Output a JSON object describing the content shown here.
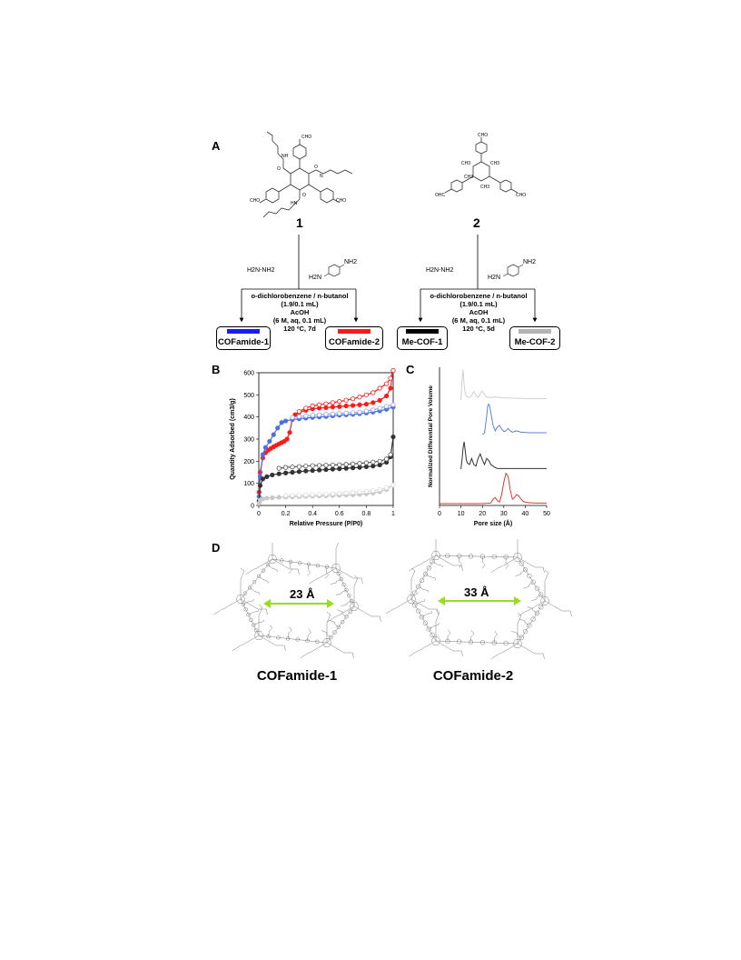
{
  "panels": {
    "a": "A",
    "b": "B",
    "c": "C",
    "d": "D"
  },
  "panel_a": {
    "compound1": {
      "number": "1",
      "substituents": [
        "CHO",
        "CHO",
        "CHO",
        "O",
        "O",
        "O",
        "NH",
        "HN",
        "N"
      ]
    },
    "compound2": {
      "number": "2",
      "substituents": [
        "CHO",
        "OHC",
        "CHO",
        "CH3",
        "CH3",
        "CH3",
        "CH3"
      ]
    },
    "reagents": {
      "hydrazine": "H2N-NH2",
      "diamine_nh2_top": "NH2",
      "diamine_nh2_left": "H2N"
    },
    "conditions_left": [
      "o-dichlorobenzene / n-butanol",
      "(1.9/0.1 mL)",
      "AcOH",
      "(6 M, aq, 0.1 mL)",
      "120 ºC, 7d"
    ],
    "conditions_right": [
      "o-dichlorobenzene / n-butanol",
      "(1.9/0.1 mL)",
      "AcOH",
      "(6 M, aq, 0.1 mL)",
      "120 ºC, 5d"
    ],
    "products": [
      {
        "label": "COFamide-1",
        "color": "#1a1aff"
      },
      {
        "label": "COFamide-2",
        "color": "#ff1a1a"
      },
      {
        "label": "Me-COF-1",
        "color": "#000000"
      },
      {
        "label": "Me-COF-2",
        "color": "#b3b3b3"
      }
    ]
  },
  "chart_data": [
    {
      "type": "scatter",
      "panel": "B",
      "xlabel": "Relative Pressure (P/P0)",
      "ylabel": "Quantity Adsorbed (cm3/g)",
      "xlim": [
        0,
        1
      ],
      "ylim": [
        0,
        600
      ],
      "xticks": [
        "0",
        "0.2",
        "0.4",
        "0.6",
        "0.8",
        "1"
      ],
      "yticks": [
        "0",
        "100",
        "200",
        "300",
        "400",
        "500",
        "600"
      ],
      "series": [
        {
          "color": "#ff1a1a",
          "kind": "adsorption",
          "x": [
            0.002,
            0.01,
            0.03,
            0.05,
            0.07,
            0.09,
            0.11,
            0.13,
            0.15,
            0.17,
            0.19,
            0.21,
            0.23,
            0.25,
            0.27,
            0.3,
            0.35,
            0.4,
            0.45,
            0.5,
            0.55,
            0.6,
            0.65,
            0.7,
            0.75,
            0.8,
            0.85,
            0.9,
            0.95,
            0.98,
            1.0
          ],
          "y": [
            60,
            150,
            215,
            238,
            250,
            258,
            265,
            272,
            278,
            284,
            290,
            300,
            330,
            395,
            410,
            420,
            430,
            437,
            440,
            442,
            445,
            447,
            450,
            452,
            455,
            458,
            465,
            475,
            495,
            530,
            610
          ]
        },
        {
          "color": "#ff1a1a",
          "kind": "desorption",
          "x": [
            1.0,
            0.98,
            0.95,
            0.9,
            0.85,
            0.8,
            0.75,
            0.7,
            0.65,
            0.6,
            0.55,
            0.5,
            0.45,
            0.4,
            0.35,
            0.3
          ],
          "y": [
            610,
            575,
            550,
            530,
            510,
            500,
            490,
            482,
            476,
            470,
            465,
            460,
            455,
            450,
            440,
            425
          ]
        },
        {
          "color": "#4d6fe0",
          "kind": "adsorption",
          "x": [
            0.002,
            0.01,
            0.03,
            0.05,
            0.08,
            0.11,
            0.14,
            0.17,
            0.2,
            0.25,
            0.3,
            0.35,
            0.4,
            0.45,
            0.5,
            0.55,
            0.6,
            0.65,
            0.7,
            0.75,
            0.8,
            0.85,
            0.9,
            0.95,
            1.0
          ],
          "y": [
            40,
            130,
            230,
            262,
            290,
            320,
            350,
            375,
            382,
            388,
            392,
            395,
            398,
            400,
            402,
            405,
            408,
            410,
            412,
            415,
            418,
            422,
            428,
            435,
            445
          ]
        },
        {
          "color": "#8fa6ef",
          "kind": "desorption",
          "x": [
            1.0,
            0.95,
            0.9,
            0.85,
            0.8,
            0.75,
            0.7,
            0.65,
            0.6,
            0.55,
            0.5,
            0.45,
            0.4,
            0.35,
            0.3,
            0.25
          ],
          "y": [
            455,
            448,
            440,
            432,
            427,
            422,
            420,
            418,
            416,
            414,
            412,
            410,
            408,
            405,
            402,
            398
          ]
        },
        {
          "color": "#333333",
          "kind": "adsorption",
          "x": [
            0.002,
            0.01,
            0.03,
            0.06,
            0.1,
            0.15,
            0.2,
            0.25,
            0.3,
            0.35,
            0.4,
            0.45,
            0.5,
            0.55,
            0.6,
            0.65,
            0.7,
            0.75,
            0.8,
            0.85,
            0.9,
            0.95,
            0.98,
            1.0
          ],
          "y": [
            20,
            90,
            120,
            130,
            138,
            143,
            147,
            150,
            153,
            156,
            158,
            160,
            162,
            164,
            166,
            168,
            170,
            172,
            175,
            178,
            183,
            195,
            220,
            310
          ]
        },
        {
          "color": "#555555",
          "kind": "desorption",
          "x": [
            0.98,
            0.95,
            0.9,
            0.85,
            0.8,
            0.75,
            0.7,
            0.65,
            0.6,
            0.55,
            0.5,
            0.45,
            0.4,
            0.35,
            0.3,
            0.25,
            0.2,
            0.15
          ],
          "y": [
            230,
            210,
            200,
            196,
            193,
            190,
            188,
            186,
            184,
            183,
            182,
            181,
            180,
            178,
            176,
            174,
            172,
            168
          ]
        },
        {
          "color": "#c8c8c8",
          "kind": "adsorption",
          "x": [
            0.002,
            0.01,
            0.03,
            0.06,
            0.1,
            0.15,
            0.2,
            0.25,
            0.3,
            0.35,
            0.4,
            0.45,
            0.5,
            0.55,
            0.6,
            0.65,
            0.7,
            0.75,
            0.8,
            0.85,
            0.9,
            0.95,
            1.0
          ],
          "y": [
            10,
            25,
            30,
            33,
            35,
            37,
            38,
            39,
            40,
            41,
            42,
            43,
            44,
            45,
            46,
            47,
            48,
            50,
            53,
            56,
            62,
            72,
            92
          ]
        },
        {
          "color": "#dcdcdc",
          "kind": "desorption",
          "x": [
            1.0,
            0.95,
            0.9,
            0.85,
            0.8,
            0.75,
            0.7,
            0.65,
            0.6,
            0.55,
            0.5,
            0.45,
            0.4,
            0.35,
            0.3,
            0.25,
            0.2
          ],
          "y": [
            92,
            80,
            72,
            67,
            64,
            61,
            59,
            57,
            55,
            53,
            51,
            50,
            49,
            48,
            47,
            46,
            45
          ]
        }
      ]
    },
    {
      "type": "line",
      "panel": "C",
      "xlabel": "Pore size (Å)",
      "ylabel": "Normalized Differential Pore Volume",
      "xlim": [
        0,
        50
      ],
      "xticks": [
        "0",
        "10",
        "20",
        "30",
        "40",
        "50"
      ],
      "series": [
        {
          "color": "#cfcfcf",
          "offset": 3,
          "x": [
            10,
            10.5,
            11,
            11.5,
            12,
            13,
            14,
            15,
            16,
            17,
            18,
            19,
            20,
            21,
            22,
            24,
            26,
            30,
            35,
            40,
            45,
            50
          ],
          "y": [
            0,
            0.6,
            1.0,
            0.5,
            0.2,
            0.1,
            0.08,
            0.15,
            0.28,
            0.15,
            0.08,
            0.2,
            0.3,
            0.18,
            0.1,
            0.08,
            0.1,
            0.07,
            0.06,
            0.05,
            0.05,
            0.05
          ]
        },
        {
          "color": "#5a86d6",
          "offset": 2,
          "x": [
            20,
            21,
            22,
            22.5,
            23,
            23.5,
            24,
            25,
            26,
            27,
            28,
            29,
            30,
            31,
            32,
            33,
            34,
            35,
            36,
            38,
            40,
            42,
            45,
            50
          ],
          "y": [
            0,
            0.05,
            0.6,
            0.95,
            1.0,
            0.9,
            0.7,
            0.3,
            0.12,
            0.25,
            0.3,
            0.18,
            0.1,
            0.12,
            0.2,
            0.12,
            0.08,
            0.1,
            0.12,
            0.08,
            0.07,
            0.06,
            0.06,
            0.06
          ]
        },
        {
          "color": "#333333",
          "offset": 1,
          "x": [
            10,
            10.5,
            11,
            11.5,
            12,
            12.5,
            13,
            14,
            15,
            16,
            17,
            18,
            19,
            20,
            21,
            22,
            23,
            24,
            25,
            26,
            27,
            28,
            30,
            35,
            40,
            45,
            50
          ],
          "y": [
            0,
            0.3,
            0.7,
            0.9,
            0.6,
            0.3,
            0.2,
            0.15,
            0.35,
            0.15,
            0.1,
            0.35,
            0.5,
            0.3,
            0.15,
            0.35,
            0.28,
            0.15,
            0.1,
            0.05,
            0.02,
            0.02,
            0.02,
            0.02,
            0.02,
            0.02,
            0.02
          ]
        },
        {
          "color": "#d63a3a",
          "offset": 0,
          "x": [
            0,
            10,
            20,
            24,
            25,
            26,
            27,
            28,
            29,
            30,
            31,
            32,
            33,
            34,
            35,
            36,
            37,
            38,
            39,
            40,
            42,
            45,
            48,
            50
          ],
          "y": [
            0,
            0,
            0,
            0.02,
            0.15,
            0.2,
            0.1,
            0.05,
            0.3,
            0.7,
            1.0,
            0.9,
            0.45,
            0.15,
            0.2,
            0.3,
            0.25,
            0.15,
            0.08,
            0.05,
            0.03,
            0.02,
            0.02,
            0.02
          ]
        }
      ]
    }
  ],
  "panel_d": {
    "networks": [
      {
        "title": "COFamide-1",
        "pore": "23 Å"
      },
      {
        "title": "COFamide-2",
        "pore": "33 Å"
      }
    ],
    "arrow_color": "#99dd22"
  }
}
